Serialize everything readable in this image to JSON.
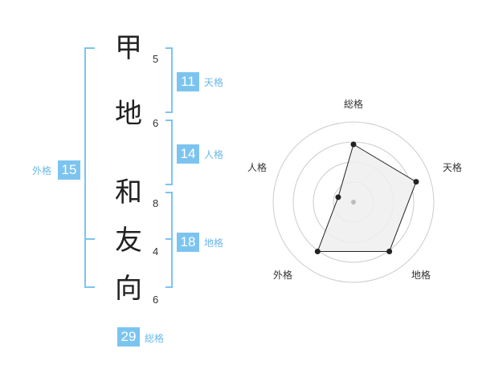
{
  "name": {
    "characters": [
      "甲",
      "地",
      "和",
      "友",
      "向"
    ],
    "strokes": [
      "5",
      "6",
      "8",
      "4",
      "6"
    ]
  },
  "kaku": {
    "tenkaku": {
      "value": "11",
      "label": "天格"
    },
    "jinkaku": {
      "value": "14",
      "label": "人格"
    },
    "chikaku": {
      "value": "18",
      "label": "地格"
    },
    "gaikaku": {
      "value": "15",
      "label": "外格"
    },
    "soukaku": {
      "value": "29",
      "label": "総格"
    }
  },
  "radar": {
    "labels": {
      "soukaku": "総格",
      "tenkaku": "天格",
      "chikaku": "地格",
      "gaikaku": "外格",
      "jinkaku": "人格"
    },
    "axes": [
      "総格",
      "天格",
      "地格",
      "外格",
      "人格"
    ],
    "values": [
      0.72,
      0.82,
      0.76,
      0.76,
      0.2
    ],
    "rings": 4,
    "colors": {
      "grid": "#cccccc",
      "fill": "#eeeeee",
      "line": "#222222",
      "point": "#222222",
      "center": "#bbbbbb"
    }
  },
  "colors": {
    "accent": "#7cc4f0",
    "accent_text": "#6ab8ea"
  }
}
